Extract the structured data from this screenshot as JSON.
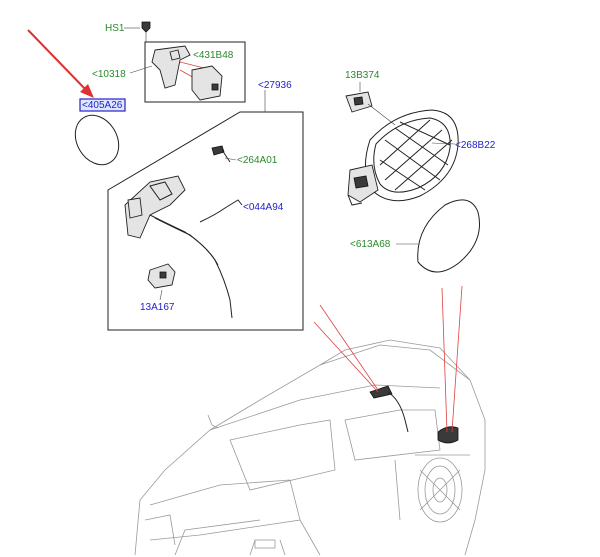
{
  "parts": {
    "hs1": "HS1",
    "p10318": "<10318",
    "p431b48": "<431B48",
    "p27936": "<27936",
    "p405a26": "<405A26",
    "p264a01": "<264A01",
    "p044a94": "<044A94",
    "p13a167": "13A167",
    "p13b374": "13B374",
    "p268b22": "<268B22",
    "p613a68": "<613A68"
  },
  "colors": {
    "green_label": "#2a8a2a",
    "blue_label": "#2222cc",
    "highlight_box": "#2222cc",
    "pointer_arrow": "#e03030",
    "callout_lines": "#e04040"
  },
  "icons": {
    "pointer": "red-arrow-icon"
  }
}
